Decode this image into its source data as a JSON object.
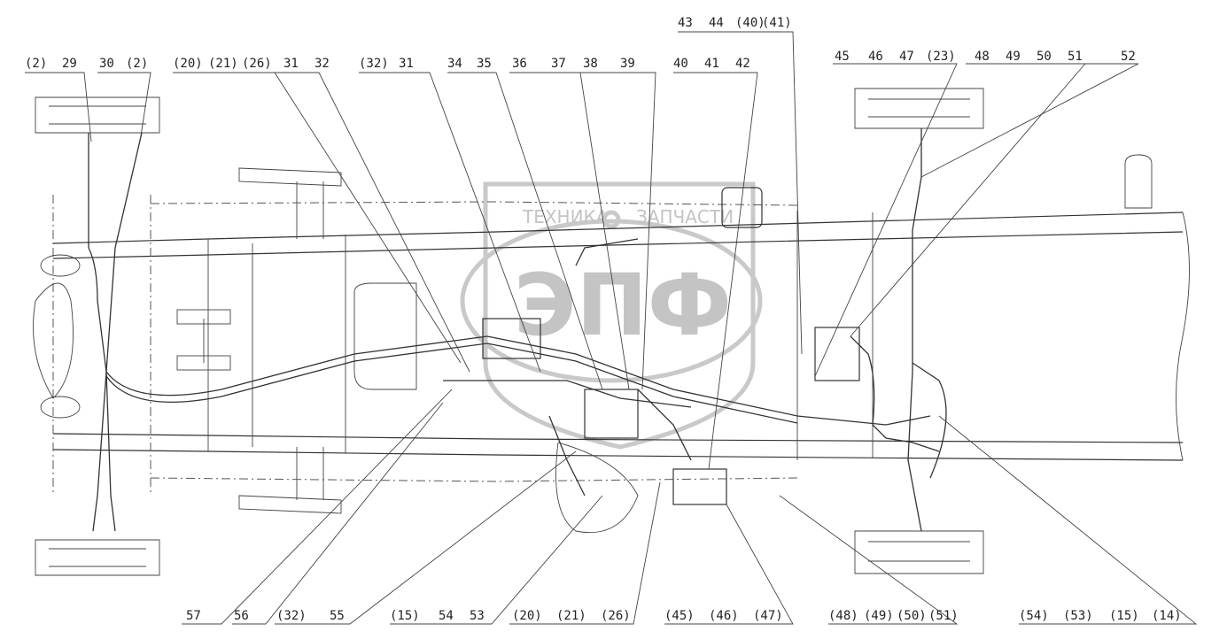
{
  "watermark": {
    "text_top": "ТЕХНИКА",
    "text_right": "ЗАПЧАСТИ",
    "logo": "ЭПФ"
  },
  "labels_top": [
    "(2)",
    "29",
    "30",
    "(2)",
    "(20)",
    "(21)",
    "(26)",
    "31",
    "32",
    "(32)",
    "31",
    "34",
    "35",
    "36",
    "37",
    "38",
    "39",
    "40",
    "41",
    "42",
    "43",
    "44",
    "(40)",
    "(41)",
    "45",
    "46",
    "47",
    "(23)",
    "48",
    "49",
    "50",
    "51",
    "52"
  ],
  "labels_bottom": [
    "57",
    "56",
    "(32)",
    "55",
    "(15)",
    "54",
    "53",
    "(20)",
    "(21)",
    "(26)",
    "(45)",
    "(46)",
    "(47)",
    "(48)",
    "(49)",
    "(50)",
    "(51)",
    "(54)",
    "(53)",
    "(15)",
    "(14)"
  ]
}
